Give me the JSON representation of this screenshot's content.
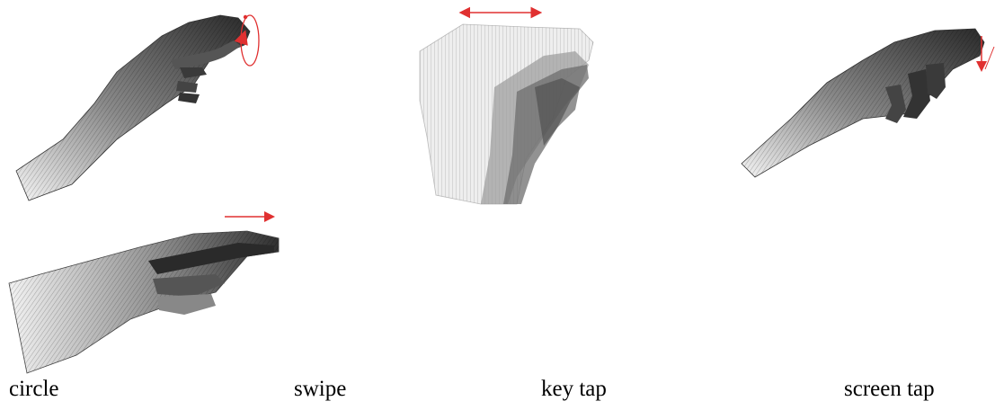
{
  "figure": {
    "captions": [
      {
        "id": "circle",
        "label": "circle"
      },
      {
        "id": "swipe",
        "label": "swipe"
      },
      {
        "id": "key-tap",
        "label": "key tap"
      },
      {
        "id": "screen-tap",
        "label": "screen tap"
      }
    ],
    "colors": {
      "arrow": "#e03030",
      "hand_dark": "#2e2e2e",
      "hand_mid": "#6a6a6a",
      "hand_light": "#d8d8d8",
      "background": "#ffffff"
    },
    "gestures": [
      {
        "name": "circle",
        "motion_arrow": "circular-red-arrow-icon"
      },
      {
        "name": "swipe",
        "motion_arrow": "double-headed-red-arrow-icon"
      },
      {
        "name": "key tap",
        "motion_arrow": "right-red-arrow-icon"
      },
      {
        "name": "screen tap",
        "motion_arrow": "down-red-arrow-icon"
      }
    ]
  }
}
